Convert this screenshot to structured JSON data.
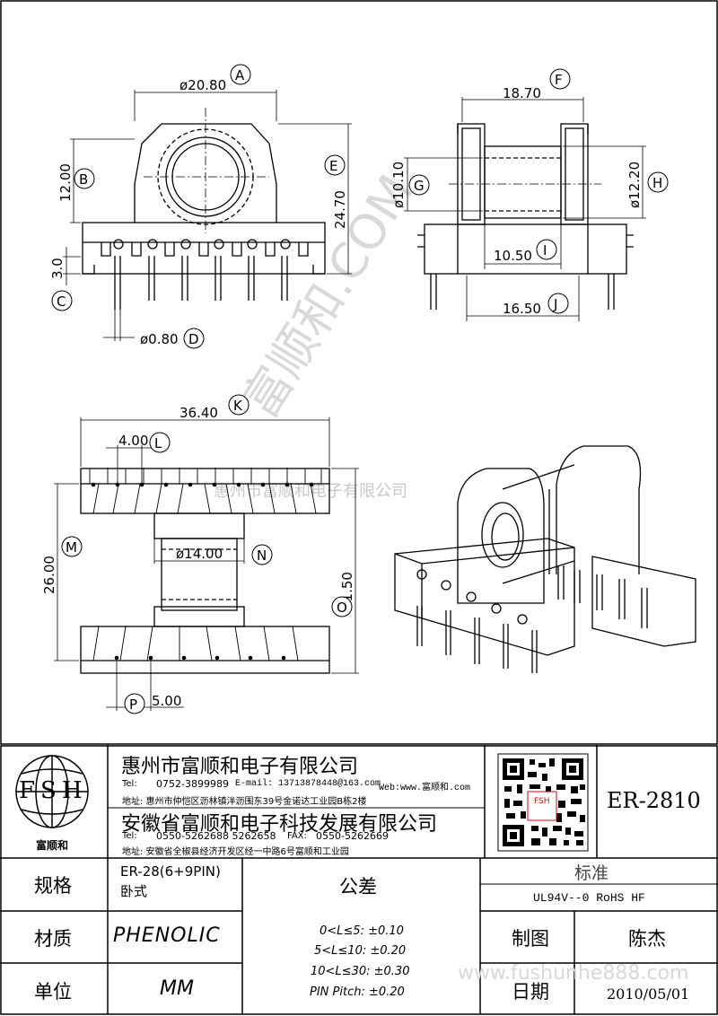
{
  "dimensions": {
    "A": {
      "letter": "A",
      "value": "ø20.80"
    },
    "B": {
      "letter": "B",
      "value": "12.00"
    },
    "C": {
      "letter": "C",
      "value": "3.0"
    },
    "D": {
      "letter": "D",
      "value": "ø0.80"
    },
    "E": {
      "letter": "E",
      "value": "24.70"
    },
    "F": {
      "letter": "F",
      "value": "18.70"
    },
    "G": {
      "letter": "G",
      "value": "ø10.10"
    },
    "H": {
      "letter": "H",
      "value": "ø12.20"
    },
    "I": {
      "letter": "I",
      "value": "10.50"
    },
    "J": {
      "letter": "J",
      "value": "16.50"
    },
    "K": {
      "letter": "K",
      "value": "36.40"
    },
    "L": {
      "letter": "L",
      "value": "4.00"
    },
    "M": {
      "letter": "M",
      "value": "26.00"
    },
    "N": {
      "letter": "N",
      "value": "ø14.00"
    },
    "O": {
      "letter": "O",
      "value": "31.50"
    },
    "P": {
      "letter": "P",
      "value": "5.00"
    }
  },
  "watermark": {
    "company": "惠州市富顺和电子有限公司",
    "brand": "富顺和.COM",
    "site": "www.fushunhe888.com"
  },
  "titleblock": {
    "logo_text": "FSH",
    "logo_caption": "富顺和",
    "company1": {
      "name": "惠州市富顺和电子有限公司",
      "tel_label": "Tel:",
      "tel": "0752-3899989",
      "email_label": "E-mail:",
      "email": "13713878448@163.com",
      "web": "Web:www.富顺和.com",
      "address": "地址: 惠州市仲恺区沥林镇泮沥围东39号金诺达工业园B栋2楼"
    },
    "company2": {
      "name": "安徽省富顺和电子科技发展有限公司",
      "tel_label": "Tel:",
      "tel": "0550-5262688  5262658",
      "fax_label": "FAX:",
      "fax": "0550-5262669",
      "address": "地址: 安徽省全椒县经济开发区经一中路6号富顺和工业园"
    },
    "qr_label": "FSH",
    "model": "ER-2810",
    "spec_label": "规格",
    "spec_value_1": "ER-28(6+9PIN)",
    "spec_value_2": "卧式",
    "material_label": "材质",
    "material_value": "PHENOLIC",
    "unit_label": "单位",
    "unit_value": "MM",
    "tolerance_label": "公差",
    "tolerances": [
      "0<L≤5: ±0.10",
      "5<L≤10: ±0.20",
      "10<L≤30: ±0.30",
      "PIN Pitch: ±0.20"
    ],
    "standard_label": "标准",
    "standard_value": "UL94V--0  RoHS HF",
    "drawn_label": "制图",
    "drawn_value": "陈杰",
    "date_label": "日期",
    "date_value": "2010/05/01"
  }
}
